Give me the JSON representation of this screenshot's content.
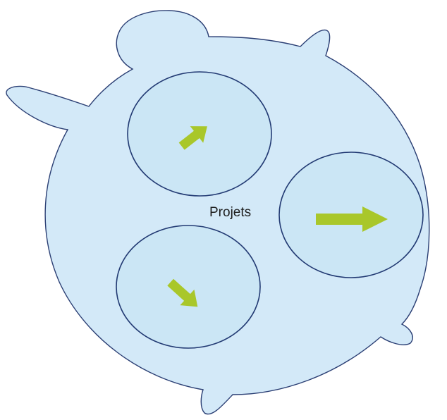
{
  "diagram": {
    "center_label": "Projets",
    "colors": {
      "blob_fill": "#d3e9f8",
      "blob_stroke": "#2b3f74",
      "circle_fill": "#cbe6f5",
      "circle_stroke": "#223a73",
      "arrow_fill": "#a9c72a"
    },
    "projects": [
      {
        "id": "project-top-left",
        "arrow_direction": "up-right"
      },
      {
        "id": "project-right",
        "arrow_direction": "right"
      },
      {
        "id": "project-bottom-left",
        "arrow_direction": "down-right"
      }
    ]
  }
}
